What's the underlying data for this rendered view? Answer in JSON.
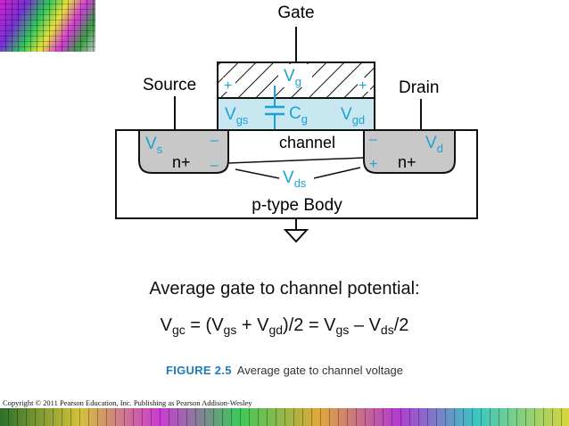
{
  "diagram": {
    "gate_label": "Gate",
    "source_label": "Source",
    "drain_label": "Drain",
    "vg": {
      "main": "V",
      "sub": "g"
    },
    "vgs": {
      "main": "V",
      "sub": "gs"
    },
    "vgd": {
      "main": "V",
      "sub": "gd"
    },
    "cg": {
      "main": "C",
      "sub": "g"
    },
    "vs": {
      "main": "V",
      "sub": "s"
    },
    "vd": {
      "main": "V",
      "sub": "d"
    },
    "vds": {
      "main": "V",
      "sub": "ds"
    },
    "channel_label": "channel",
    "n_plus_left": "n+",
    "n_plus_right": "n+",
    "body_label": "p-type Body",
    "plus_sign": "+",
    "minus_sign": "–",
    "accent_color": "#1aa3d6"
  },
  "equation": {
    "title": "Average gate to channel potential:",
    "lhs": {
      "main": "V",
      "sub": "gc"
    },
    "p1": " = (V",
    "sub_gs": "gs",
    "p2": " + V",
    "sub_gd": "gd",
    "p3": ")/2 = V",
    "sub_gs2": "gs",
    "p4": " – V",
    "sub_ds": "ds",
    "p5": "/2"
  },
  "caption": {
    "figure": "FIGURE 2.5",
    "text": "Average gate to channel voltage"
  },
  "copyright": "Copyright © 2011 Pearson Education, Inc. Publishing as Pearson Addison-Wesley"
}
